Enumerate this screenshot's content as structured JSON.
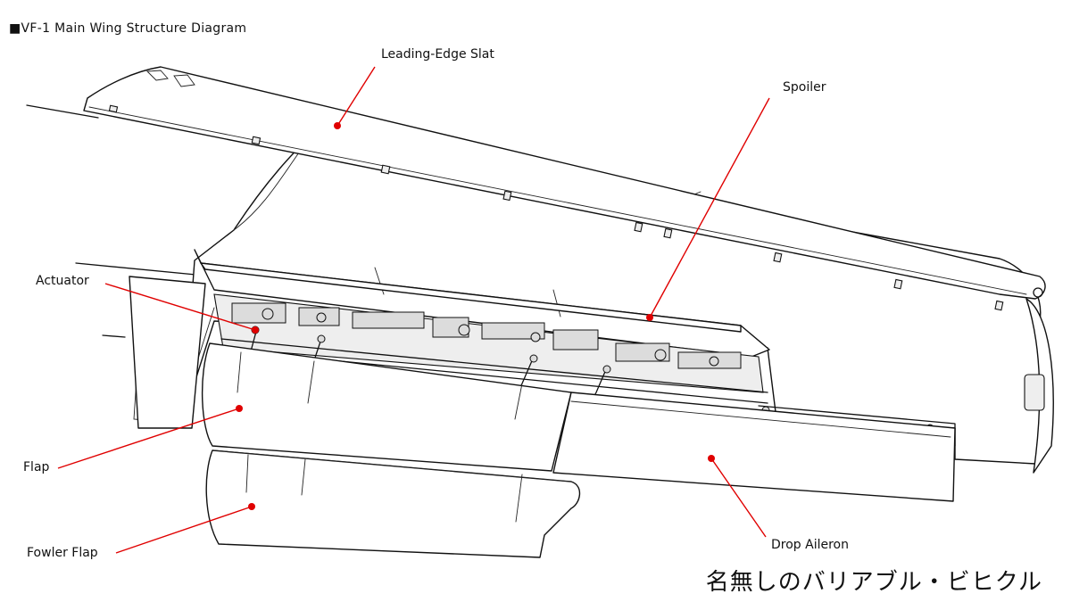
{
  "title": "■VF-1 Main Wing Structure Diagram",
  "callouts": {
    "leading_edge_slat": "Leading-Edge Slat",
    "spoiler": "Spoiler",
    "actuator": "Actuator",
    "flap": "Flap",
    "fowler_flap": "Fowler Flap",
    "drop_aileron": "Drop Aileron"
  },
  "signature": "名無しのバリアブル・ビヒクル",
  "colors": {
    "leader_line": "#e00000",
    "ink": "#111111",
    "background": "#ffffff"
  }
}
